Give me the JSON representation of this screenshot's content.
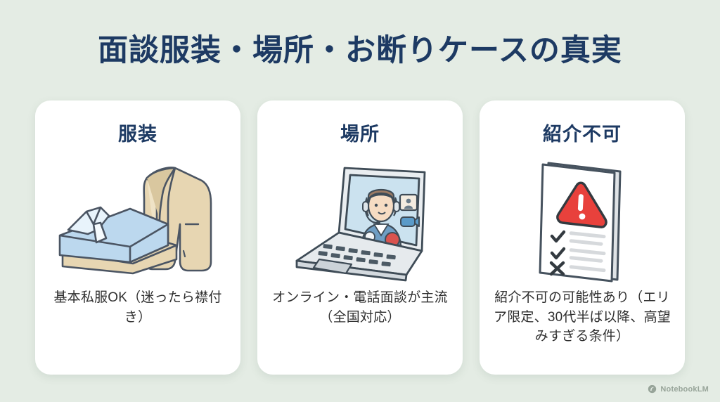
{
  "slide": {
    "title": "面談服装・場所・お断りケースの真実",
    "background_color": "#e4ece4",
    "title_color": "#1d3a63"
  },
  "cards": [
    {
      "title": "服装",
      "caption": "基本私服OK（迷ったら襟付き）",
      "illustration": "folded-shirt-and-blazer-illustration",
      "colors": {
        "blazer": "#e5d4ae",
        "shirt": "#b9d6ec",
        "outline": "#4b5563"
      }
    },
    {
      "title": "場所",
      "caption": "オンライン・電話面談が主流（全国対応）",
      "illustration": "laptop-video-call-illustration",
      "colors": {
        "screen": "#cfe4f0",
        "laptop": "#eceef0",
        "outline": "#3f4c57",
        "accent": "#d9534f"
      }
    },
    {
      "title": "紹介不可",
      "caption": "紹介不可の可能性あり（エリア限定、30代半ば以降、高望みすぎる条件）",
      "illustration": "warning-checklist-document-illustration",
      "colors": {
        "warning": "#e8413c",
        "paper": "#ffffff",
        "outline": "#46525e",
        "lines": "#d6d9dc"
      }
    }
  ],
  "watermark": {
    "label": "NotebookLM",
    "icon": "notebooklm-logo-icon"
  }
}
